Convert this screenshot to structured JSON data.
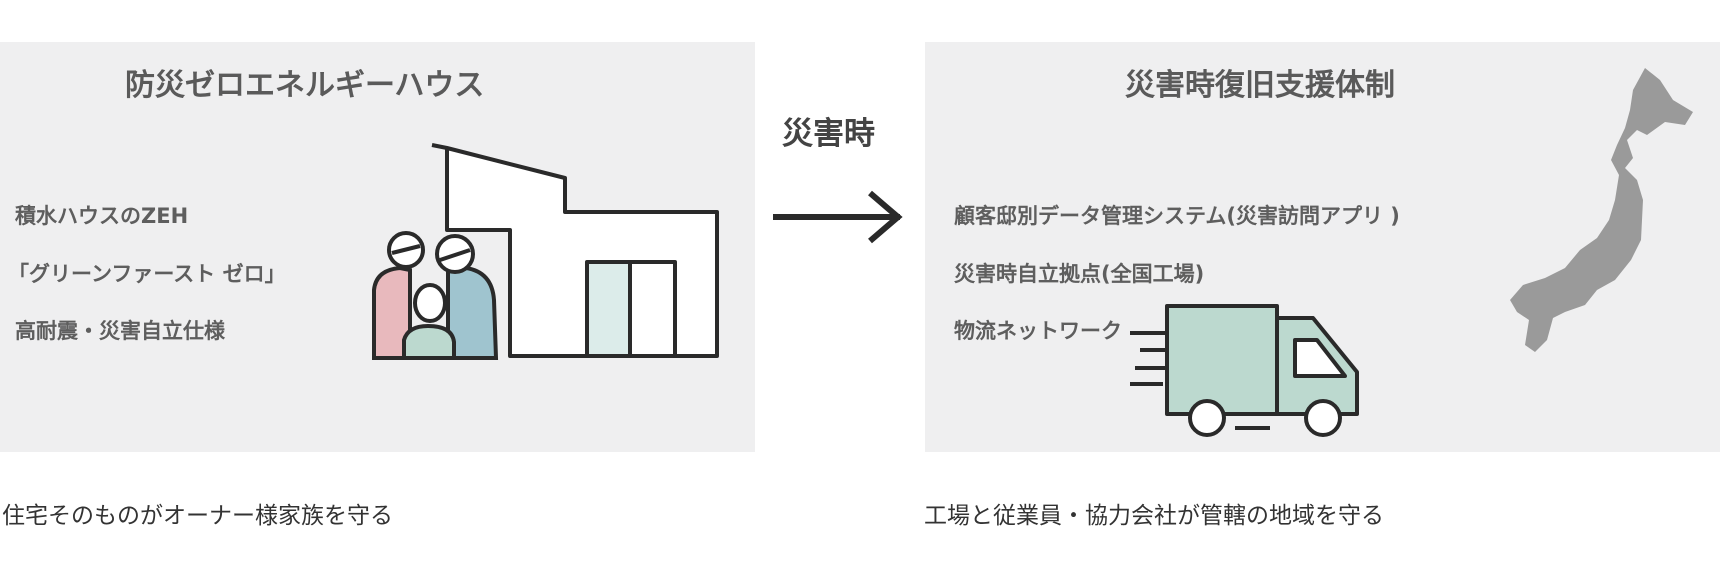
{
  "left_panel": {
    "title": "防災ゼロエネルギーハウス",
    "items": [
      "積水ハウスのZEH",
      "「グリーンファースト ゼロ」",
      "高耐震・災害自立仕様"
    ],
    "caption": "住宅そのものがオーナー様家族を守る"
  },
  "transition": {
    "label": "災害時",
    "icon": "arrow-right-icon"
  },
  "right_panel": {
    "title": "災害時復旧支援体制",
    "items": [
      "顧客邸別データ管理システム(災害訪問アプリ )",
      "災害時自立拠点(全国工場)",
      "物流ネットワーク"
    ],
    "caption": "工場と従業員・協力会社が管轄の地域を守る"
  },
  "colors": {
    "panel": "#efeff0",
    "pink": "#e8b9bd",
    "blue": "#9fc4cf",
    "green": "#bcd9cf"
  }
}
